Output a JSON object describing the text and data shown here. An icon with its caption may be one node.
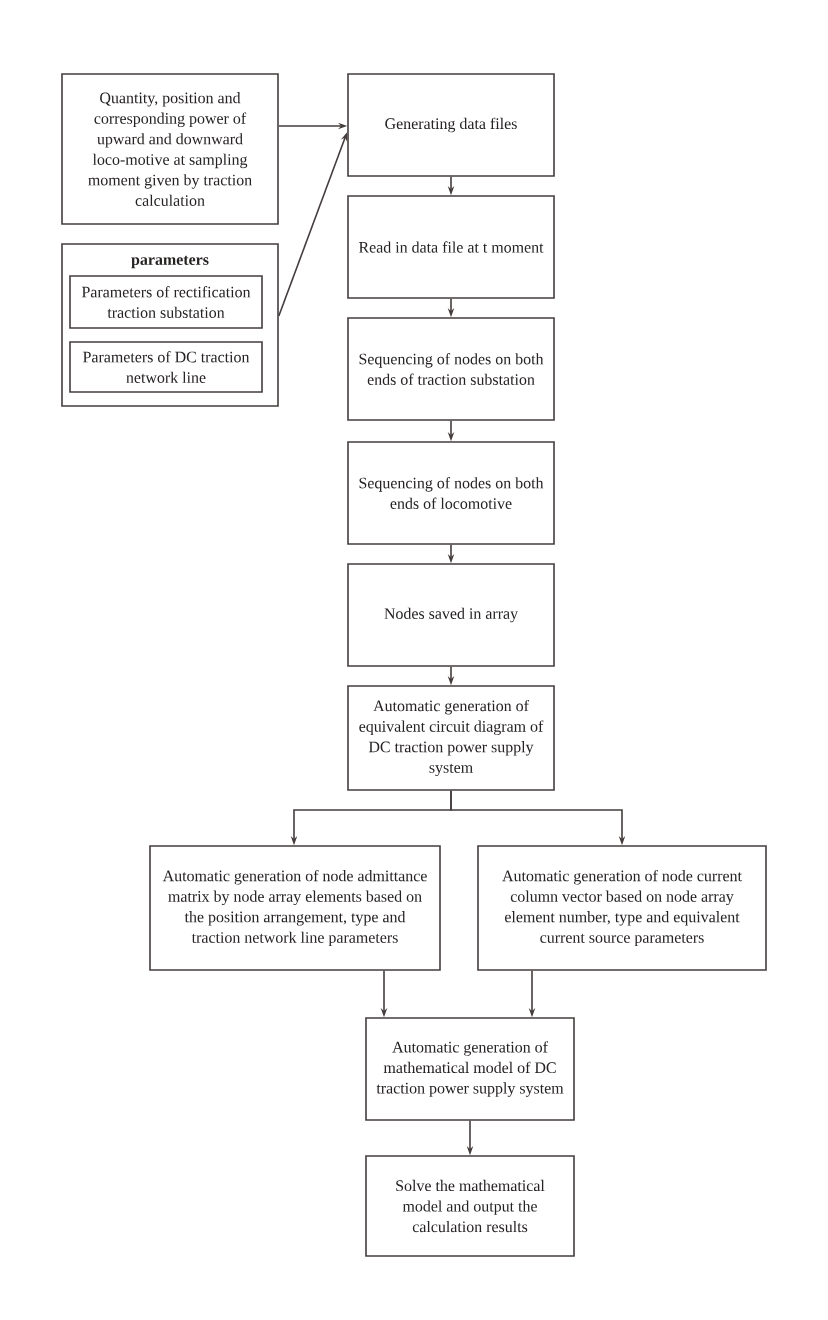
{
  "diagram": {
    "nodes": [
      {
        "text": [
          "Quantity, position and corresponding power of upward and downward loco-motive at sampling moment given by traction calculation"
        ]
      },
      {
        "text": [
          "parameters"
        ]
      },
      {
        "text": [
          "Parameters of rectification traction substation"
        ],
        "in": 1
      },
      {
        "text": [
          "Parameters of DC traction network line"
        ],
        "in": 1
      },
      {
        "text": [
          "Generating data files"
        ]
      },
      {
        "text": [
          "Read in data file at t moment"
        ]
      },
      {
        "text": [
          "Sequencing of nodes on both ends of traction substation"
        ]
      },
      {
        "text": [
          "Sequencing of nodes on both ends of locomotive"
        ]
      },
      {
        "text": [
          "Nodes saved in array"
        ]
      },
      {
        "text": [
          "Automatic generation of equivalent circuit diagram of DC traction power supply system"
        ]
      },
      {
        "text": [
          "Automatic generation of node admittance matrix by node array elements based on the position arrangement, type and traction network line parameters"
        ]
      },
      {
        "text": [
          "Automatic generation of node current column vector based on node array element number, type and equivalent current source parameters"
        ]
      },
      {
        "text": [
          "Automatic generation of mathematical model of DC traction power supply system"
        ]
      },
      {
        "text": [
          "Solve the mathematical model and output the calculation results"
        ]
      }
    ],
    "edges": [
      {
        "from": 0,
        "to": 4,
        "arrow": "to"
      },
      {
        "from": 1,
        "to": 4,
        "arrow": "to"
      },
      {
        "from": 4,
        "to": 5,
        "arrow": "to"
      },
      {
        "from": 5,
        "to": 6,
        "arrow": "to"
      },
      {
        "from": 6,
        "to": 7,
        "arrow": "to"
      },
      {
        "from": 7,
        "to": 8,
        "arrow": "to"
      },
      {
        "from": 8,
        "to": 9,
        "arrow": "to"
      },
      {
        "from": 9,
        "to": 10,
        "arrow": "to"
      },
      {
        "from": 9,
        "to": 11,
        "arrow": "to"
      },
      {
        "from": 10,
        "to": 12,
        "arrow": "to"
      },
      {
        "from": 11,
        "to": 12,
        "arrow": "to"
      },
      {
        "from": 12,
        "to": 13,
        "arrow": "to"
      }
    ]
  }
}
